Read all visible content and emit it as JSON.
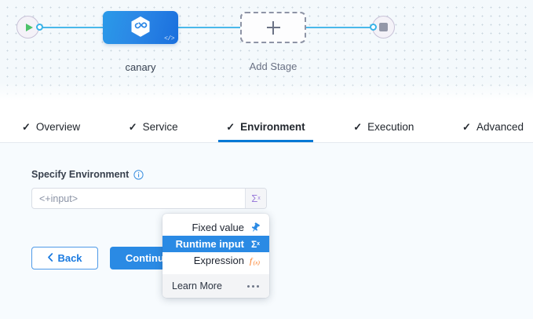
{
  "canvas": {
    "start_node": {
      "name": "start-node",
      "icon": "play-icon"
    },
    "end_node": {
      "name": "end-node",
      "icon": "stop-icon"
    },
    "stage": {
      "label": "canary",
      "icon": "harness-cd-hexagon-icon",
      "badge_icon": "code-icon"
    },
    "add_stage": {
      "label": "Add Stage",
      "icon": "plus-icon"
    }
  },
  "tabs": [
    {
      "label": "Overview",
      "check": "✓",
      "active": false
    },
    {
      "label": "Service",
      "check": "✓",
      "active": false
    },
    {
      "label": "Environment",
      "check": "✓",
      "active": true
    },
    {
      "label": "Execution",
      "check": "✓",
      "active": false
    },
    {
      "label": "Advanced",
      "check": "✓",
      "active": false
    }
  ],
  "form": {
    "field_label": "Specify Environment",
    "info_icon": "info-icon",
    "input": {
      "value": "",
      "placeholder": "<+input>",
      "sigma_label": "Σ",
      "sigma_sup": "x"
    }
  },
  "buttons": {
    "back_label": "Back",
    "back_icon": "chevron-left-icon",
    "continue_label": "Continue"
  },
  "dropdown": {
    "items": [
      {
        "label": "Fixed value",
        "icon": "pin-icon",
        "selected": false
      },
      {
        "label": "Runtime input",
        "icon": "sigma-x-icon",
        "selected": true
      },
      {
        "label": "Expression",
        "icon": "fx-icon",
        "selected": false
      }
    ],
    "footer": {
      "label": "Learn More",
      "icon": "more-dots-icon"
    }
  },
  "colors": {
    "accent_blue": "#2a8ae4",
    "tab_underline": "#0278d5",
    "runtime_purple": "#9b7ddb",
    "expression_orange": "#f97316",
    "connector_blue": "#4ab8ea",
    "canvas_bg": "#f4f9fc",
    "panel_bg": "#f7fbfe"
  }
}
